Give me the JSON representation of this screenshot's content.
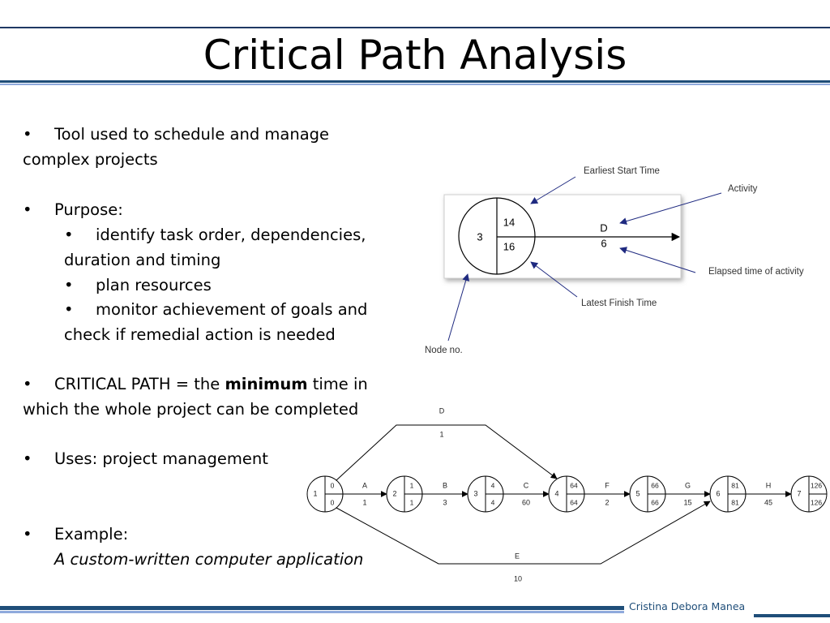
{
  "slide": {
    "title": "Critical Path Analysis",
    "footer": "Cristina Debora Manea"
  },
  "content": {
    "bullet_1_line_1": "Tool used to schedule and manage",
    "bullet_1_line_2": "complex projects",
    "bullet_2": "Purpose:",
    "sub_1_line_1": "identify task order, dependencies,",
    "sub_1_line_2": "duration and timing",
    "sub_2": "plan resources",
    "sub_3_line_1": "monitor achievement of goals and",
    "sub_3_line_2": "check if remedial action is needed",
    "bullet_3_prefix": "CRITICAL PATH = the ",
    "bullet_3_bold": "minimum",
    "bullet_3_suffix": " time in",
    "bullet_3_line_2": "which the whole project can be completed",
    "bullet_4": "Uses: project management",
    "bullet_5": "Example:",
    "bullet_5_italic": "A custom-written computer application",
    "bullet_glyph": "•"
  },
  "legend": {
    "node_number": "3",
    "earliest_start": "14",
    "latest_finish": "16",
    "activity": "D",
    "duration": "6",
    "label_earliest": "Earliest Start Time",
    "label_activity": "Activity",
    "label_elapsed": "Elapsed time of activity",
    "label_latest": "Latest Finish Time",
    "label_node": "Node no."
  },
  "network": {
    "nodes": [
      {
        "id": "1",
        "est": "0",
        "lft": "0"
      },
      {
        "id": "2",
        "est": "1",
        "lft": "1"
      },
      {
        "id": "3",
        "est": "4",
        "lft": "4"
      },
      {
        "id": "4",
        "est": "64",
        "lft": "64"
      },
      {
        "id": "5",
        "est": "66",
        "lft": "66"
      },
      {
        "id": "6",
        "est": "81",
        "lft": "81"
      },
      {
        "id": "7",
        "est": "126",
        "lft": "126"
      }
    ],
    "activities": [
      {
        "name": "A",
        "duration": "1"
      },
      {
        "name": "B",
        "duration": "3"
      },
      {
        "name": "C",
        "duration": "60"
      },
      {
        "name": "F",
        "duration": "2"
      },
      {
        "name": "G",
        "duration": "15"
      },
      {
        "name": "H",
        "duration": "45"
      },
      {
        "name": "D",
        "duration": "1"
      },
      {
        "name": "E",
        "duration": "10"
      }
    ]
  }
}
